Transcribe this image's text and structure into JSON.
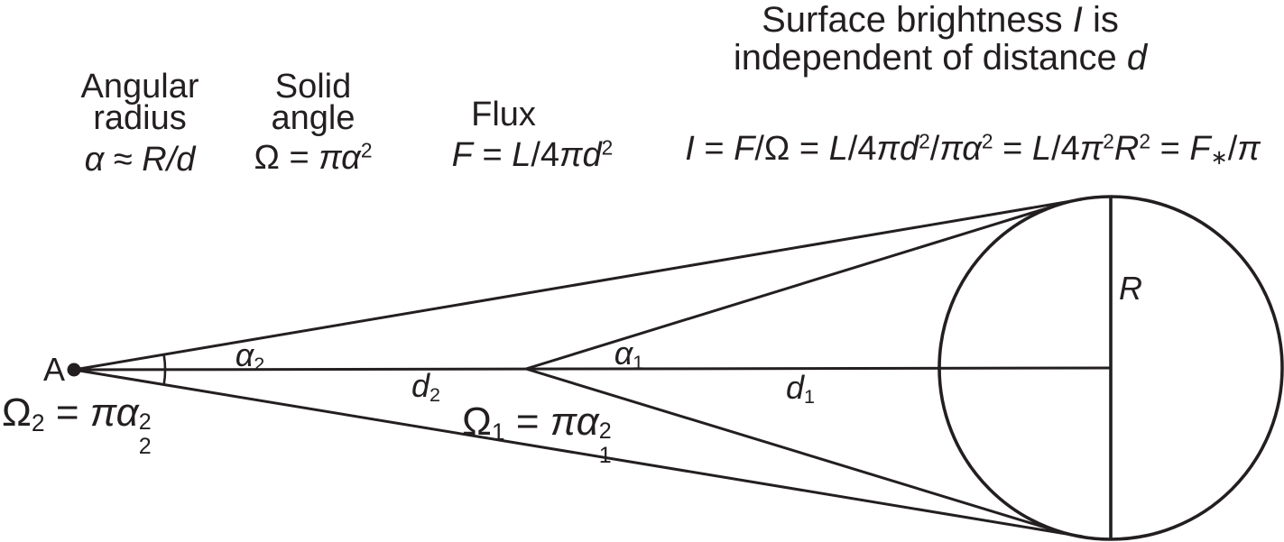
{
  "colors": {
    "ink": "#231f20",
    "background": "#ffffff"
  },
  "columns": {
    "angular": {
      "line1": "Angular",
      "line2": "radius",
      "formula": [
        {
          "t": "α",
          "i": 1
        },
        {
          "t": " ≈ "
        },
        {
          "t": "R",
          "i": 1
        },
        {
          "t": "/",
          "i": 1
        },
        {
          "t": "d",
          "i": 1
        }
      ]
    },
    "solid": {
      "line1": "Solid",
      "line2": "angle",
      "formula": [
        {
          "t": "Ω"
        },
        {
          "t": " = "
        },
        {
          "t": "πα",
          "i": 1
        },
        {
          "t": "2",
          "sup": 1
        }
      ]
    },
    "flux": {
      "title": "Flux",
      "formula": [
        {
          "t": "F",
          "i": 1
        },
        {
          "t": " = "
        },
        {
          "t": "L",
          "i": 1
        },
        {
          "t": "/4"
        },
        {
          "t": "πd",
          "i": 1
        },
        {
          "t": "2",
          "sup": 1
        }
      ]
    },
    "surface": {
      "line1": [
        {
          "t": "Surface brightness "
        },
        {
          "t": "I",
          "i": 1
        },
        {
          "t": " is"
        }
      ],
      "line2": [
        {
          "t": "independent of distance "
        },
        {
          "t": "d",
          "i": 1
        }
      ],
      "formula": [
        {
          "t": "I",
          "i": 1
        },
        {
          "t": " = "
        },
        {
          "t": "F",
          "i": 1
        },
        {
          "t": "/"
        },
        {
          "t": "Ω"
        },
        {
          "t": " = "
        },
        {
          "t": "L",
          "i": 1
        },
        {
          "t": "/4"
        },
        {
          "t": "πd",
          "i": 1
        },
        {
          "t": "2",
          "sup": 1
        },
        {
          "t": "/"
        },
        {
          "t": "πα",
          "i": 1
        },
        {
          "t": "2",
          "sup": 1
        },
        {
          "t": " = "
        },
        {
          "t": "L",
          "i": 1
        },
        {
          "t": "/4"
        },
        {
          "t": "π",
          "i": 1
        },
        {
          "t": "2",
          "sup": 1
        },
        {
          "t": "R",
          "i": 1
        },
        {
          "t": "2",
          "sup": 1
        },
        {
          "t": " = "
        },
        {
          "t": "F",
          "i": 1
        },
        {
          "t": "∗",
          "sub": 1
        },
        {
          "t": "/"
        },
        {
          "t": "π",
          "i": 1
        }
      ]
    }
  },
  "diagram": {
    "labels": {
      "point_a": [
        {
          "t": "A"
        }
      ],
      "alpha2": [
        {
          "t": "α",
          "i": 1
        },
        {
          "t": "2",
          "sub": 1
        }
      ],
      "alpha1": [
        {
          "t": "α",
          "i": 1
        },
        {
          "t": "1",
          "sub": 1
        }
      ],
      "d2": [
        {
          "t": "d",
          "i": 1
        },
        {
          "t": "2",
          "sub": 1
        }
      ],
      "d1": [
        {
          "t": "d",
          "i": 1
        },
        {
          "t": "1",
          "sub": 1
        }
      ],
      "radius": [
        {
          "t": "R",
          "i": 1
        }
      ],
      "omega2": [
        {
          "t": "Ω"
        },
        {
          "t": "2",
          "sub": 1
        },
        {
          "t": " = "
        },
        {
          "t": "πα",
          "i": 1
        },
        {
          "stack": {
            "sup": "2",
            "sub": "2"
          }
        }
      ],
      "omega1": [
        {
          "t": "Ω"
        },
        {
          "t": "1",
          "sub": 1
        },
        {
          "t": " = "
        },
        {
          "t": "πα",
          "i": 1
        },
        {
          "stack": {
            "sup": "2",
            "sub": "1"
          }
        }
      ]
    }
  }
}
